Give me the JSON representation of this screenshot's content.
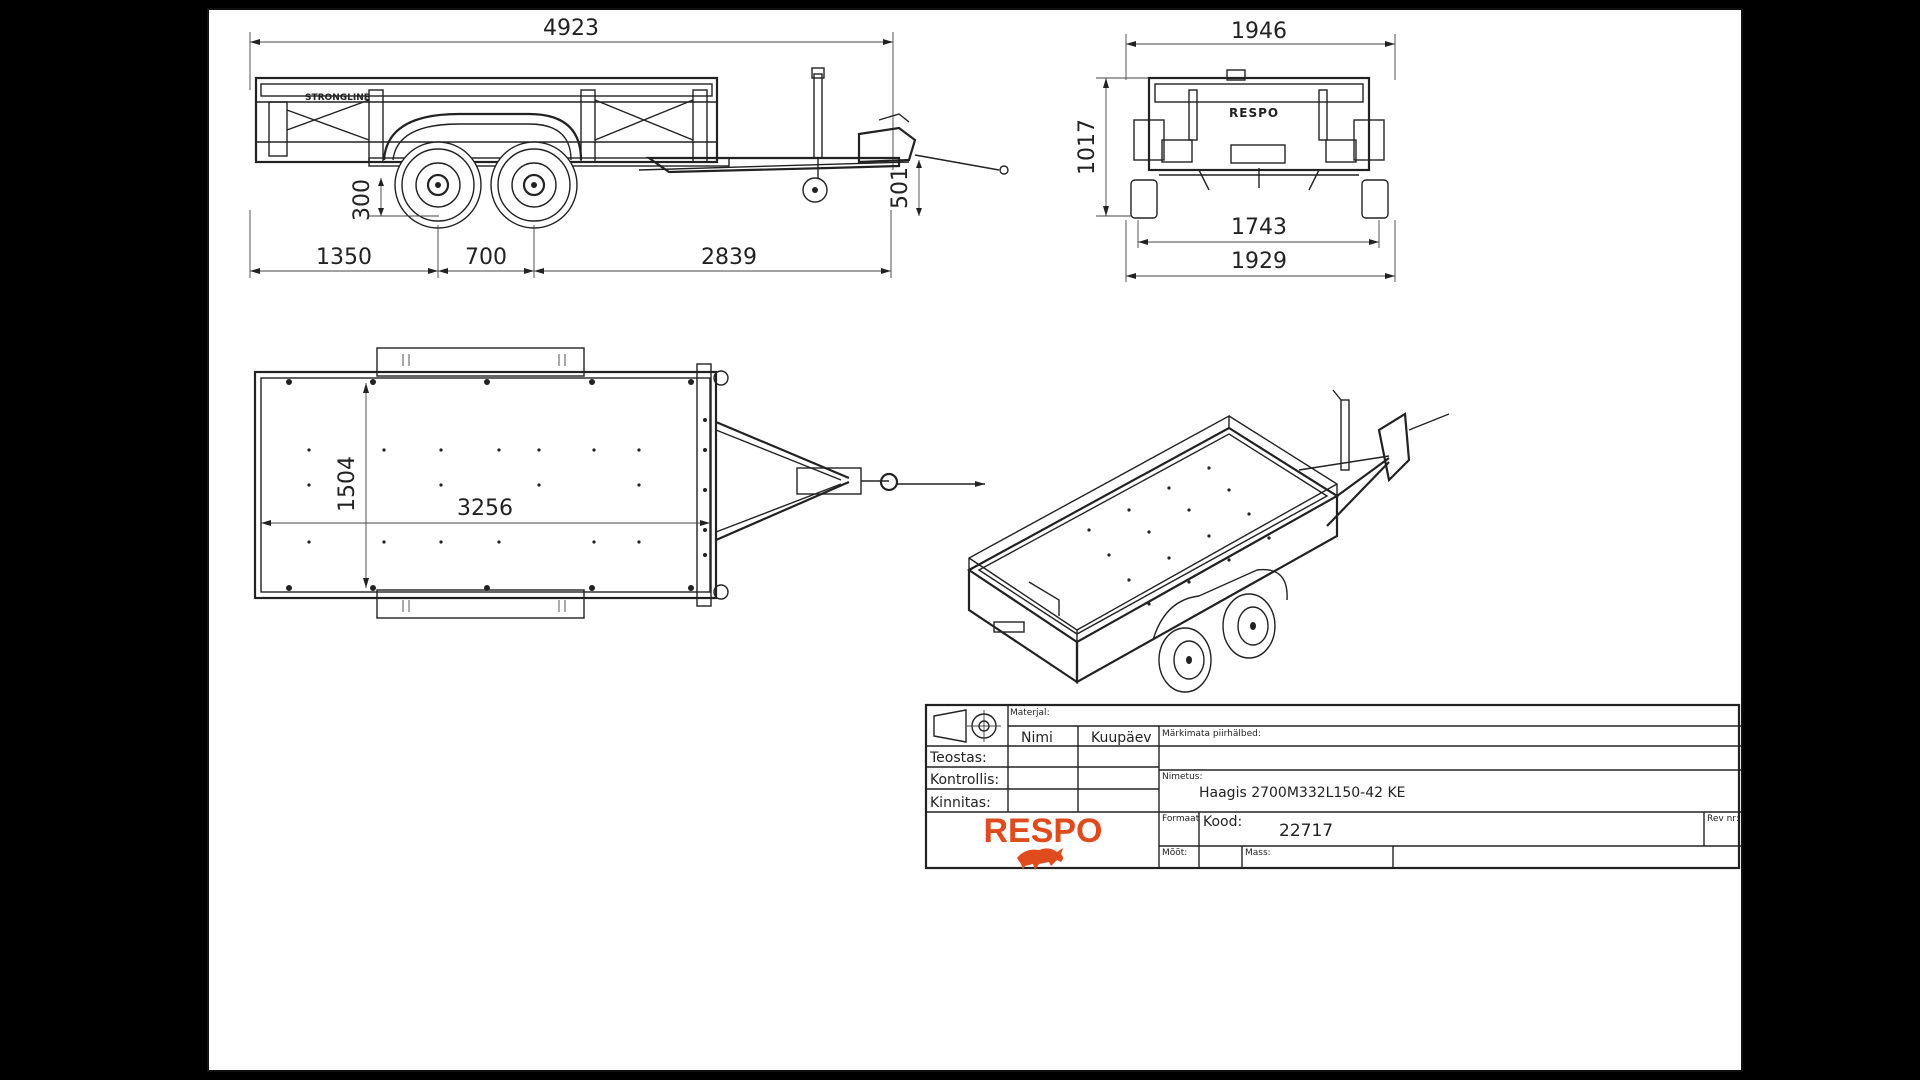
{
  "dimensions": {
    "overall_length": "4923",
    "front_overhang": "1350",
    "axle_spacing": "700",
    "drawbar_length": "2839",
    "ground_clearance": "300",
    "coupling_height": "501",
    "overall_width": "1946",
    "height": "1017",
    "track_inner": "1743",
    "track_outer": "1929",
    "box_width": "1504",
    "box_length": "3256"
  },
  "side_view": {
    "brand_text": "STRONGLINE"
  },
  "rear_view": {
    "brand_text": "RESPO"
  },
  "title_block": {
    "material_label": "Materjal:",
    "name_col": "Nimi",
    "date_col": "Kuupäev",
    "notes_label": "Märkimata piirhälbed:",
    "designed_label": "Teostas:",
    "checked_label": "Kontrollis:",
    "approved_label": "Kinnitas:",
    "title_label": "Nimetus:",
    "title_value": "Haagis 2700M332L150-42 KE",
    "format_label": "Formaat",
    "code_label": "Kood:",
    "code_value": "22717",
    "rev_label": "Rev nr:",
    "scale_label": "Mõõt:",
    "mass_label": "Mass:",
    "logo_text": "RESPO",
    "logo_color": "#e04b1d"
  }
}
